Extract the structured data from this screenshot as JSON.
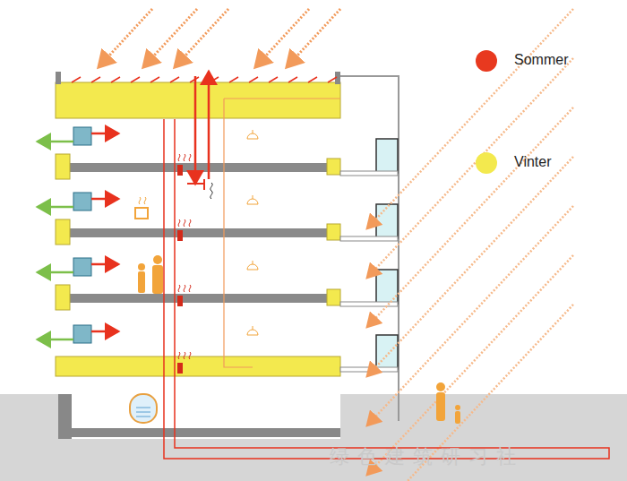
{
  "diagram": {
    "labels": [
      "绿色建筑研习社"
    ],
    "legend": [
      {
        "text": "Sommer",
        "color": "#e8391f"
      },
      {
        "text": "Vinter",
        "color": "#f3e94e"
      }
    ]
  }
}
